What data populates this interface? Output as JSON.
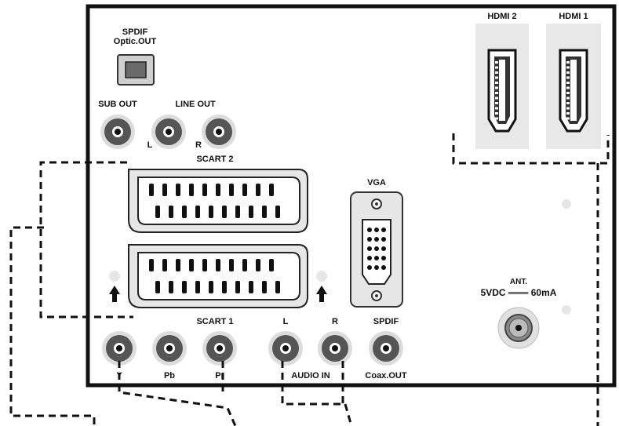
{
  "labels": {
    "spdif_optic_line1": "SPDIF",
    "spdif_optic_line2": "Optic.OUT",
    "sub_out": "SUB OUT",
    "line_out": "LINE OUT",
    "line_out_l": "L",
    "line_out_r": "R",
    "scart2": "SCART 2",
    "scart1": "SCART 1",
    "vga": "VGA",
    "hdmi2": "HDMI 2",
    "hdmi1": "HDMI 1",
    "ant_line1": "ANT.",
    "ant_line2": "5VDC ═══ 60mA",
    "audio_l": "L",
    "audio_r": "R",
    "spdif_coax_line1": "SPDIF",
    "spdif_coax_line2": "Coax.OUT",
    "audio_in": "AUDIO IN",
    "y": "Y",
    "pb": "Pb",
    "pr": "Pr"
  },
  "colors": {
    "panel_border": "#111111",
    "connector_fill": "#e6e6e6",
    "rca_outer": "#dcdcdc",
    "rca_ring": "#555555",
    "rca_center": "#111111",
    "hdmi_bg": "#e8e8e8",
    "dashed_line": "#111111"
  },
  "icons": {
    "scart_arrow": "up-arrow-icon",
    "optical_port": "optical-port-icon",
    "hdmi_port": "hdmi-port-icon",
    "vga_port": "vga-port-icon",
    "antenna_port": "coax-antenna-icon"
  }
}
